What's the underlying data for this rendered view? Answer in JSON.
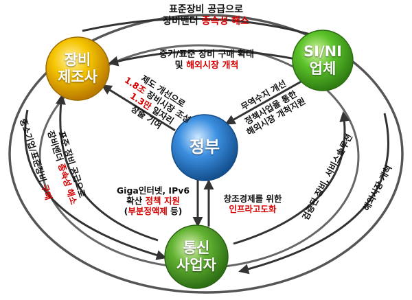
{
  "colors": {
    "equipment_manufacturer": "#f2b400",
    "si_ni_company": "#4db824",
    "government": "#2f7fd6",
    "telecom_operator": "#55a82e",
    "highlight_red": "#d40000",
    "arrow": "#333333"
  },
  "nodes": {
    "equipment_manufacturer": {
      "line1": "장비",
      "line2": "제조사"
    },
    "si_ni_company": {
      "line1": "SI/NI",
      "line2": "업체"
    },
    "government": {
      "line1": "정부"
    },
    "telecom_operator": {
      "line1": "통신",
      "line2": "사업자"
    }
  },
  "labels": {
    "top_outer": {
      "line1": "표준장비 공급으로",
      "line2_prefix": "장비밴더 ",
      "line2_red": "종속성 해소"
    },
    "top_inner": {
      "line1": "중기/표준 장비 구매 확대",
      "line2_prefix": "및 ",
      "line2_red": "해외시장 개척"
    },
    "gov_to_mfr": {
      "line1": "제도 개선으로",
      "line2_red": "1.8조",
      "line2_suffix": " 장비시장 조성",
      "line3_red": "1.3만",
      "line3_suffix": " 일자리",
      "line4": "창출 기여"
    },
    "gov_to_si": {
      "line1": "무역수지 개선",
      "line2": "정책사업을 통한",
      "line3": "해외시장 개척지원"
    },
    "gov_to_telecom": {
      "line1": "Giga인터넷, IPv6",
      "line2_prefix": "확산 ",
      "line2_red": "정책 지원",
      "line3_open": "(",
      "line3_red": "부분정액제",
      "line3_suffix": " 등)"
    },
    "telecom_to_gov": {
      "line1": "창조경제를 위한",
      "line2_red": "인프라고도화"
    },
    "left_outer": {
      "prefix": "중소기업/표준장비 ",
      "red": "구매"
    },
    "left_inner": {
      "line1": "표준 장비 공급으로",
      "line2_prefix": "장비밴더 ",
      "line2_red": "종속성 해소"
    },
    "right_inner": {
      "line1": "검증된 장비, 서비스솔루션"
    },
    "right_outer": {
      "line1": "해외시장 개척"
    }
  }
}
